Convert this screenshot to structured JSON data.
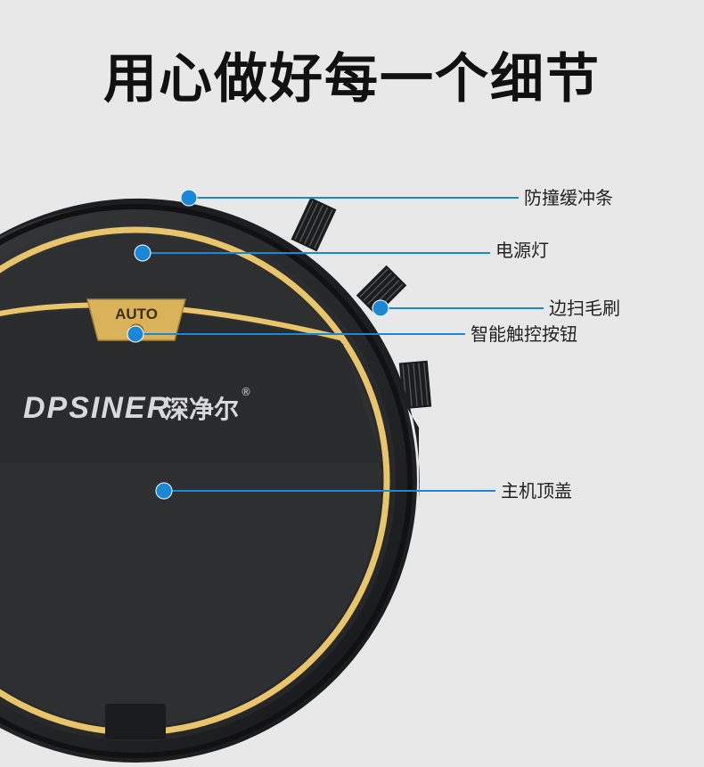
{
  "page": {
    "title": "用心做好每一个细节"
  },
  "product": {
    "auto_label": "AUTO",
    "brand_latin": "DPSINER",
    "brand_chinese": "深净尔",
    "registered_mark": "®",
    "colors": {
      "accent_gold": "#e8c46a",
      "callout_blue": "#1a88d6",
      "shell": "#2e2f31"
    }
  },
  "callouts": [
    {
      "id": "bumper",
      "label": "防撞缓冲条"
    },
    {
      "id": "power-light",
      "label": "电源灯"
    },
    {
      "id": "side-brush",
      "label": "边扫毛刷"
    },
    {
      "id": "touch-button",
      "label": "智能触控按钮"
    },
    {
      "id": "top-cover",
      "label": "主机顶盖"
    }
  ]
}
